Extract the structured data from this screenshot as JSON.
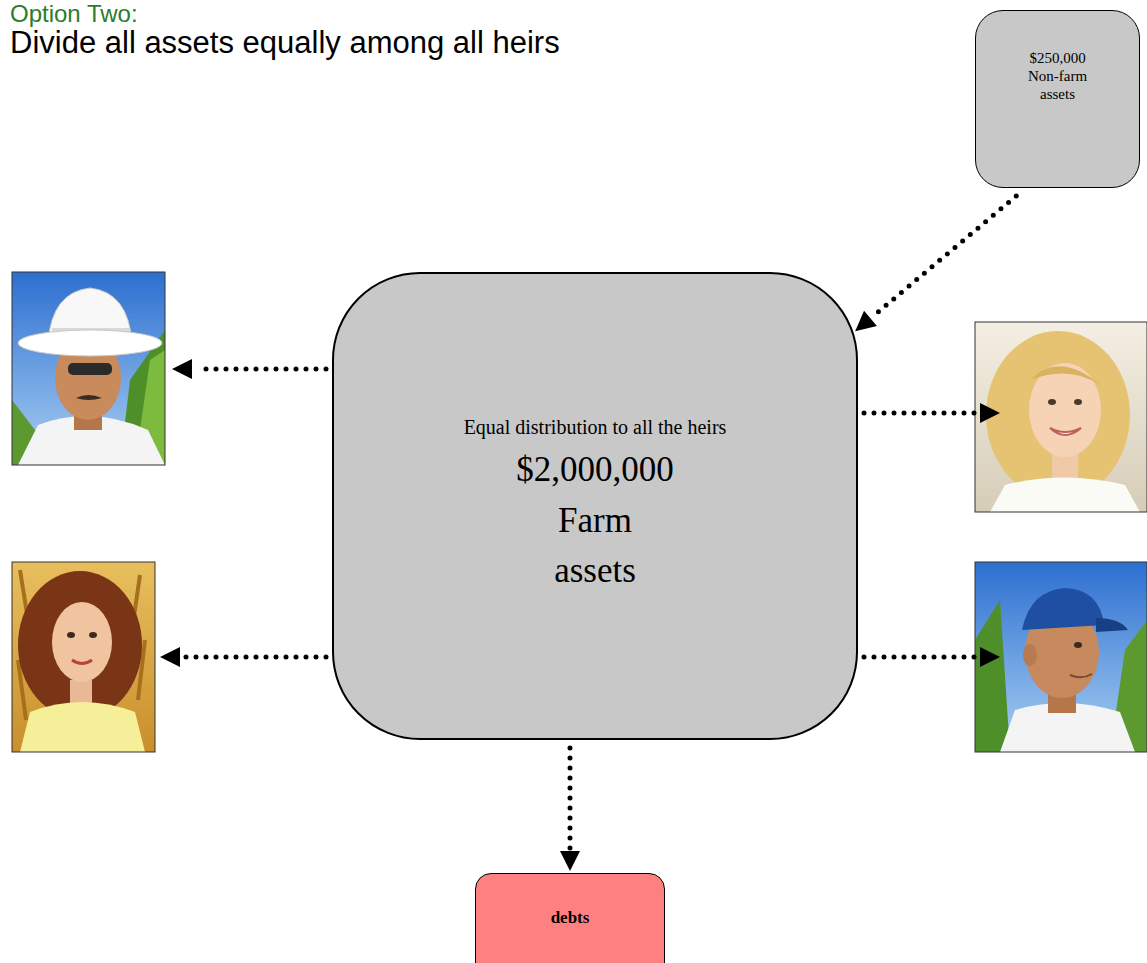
{
  "diagram": {
    "title": "Option Two:",
    "nodes": [
      {
        "text": [
          "$250,000 Non-farm assets"
        ]
      },
      {
        "text": [
          "Equal distribution to all the heirs",
          "$2,000,000 Farm assets"
        ]
      },
      {
        "text": [
          "debts"
        ]
      }
    ],
    "edges": [
      {
        "from": 0,
        "to": 1,
        "arrow": "to"
      },
      {
        "from": 1,
        "to": 2,
        "arrow": "to"
      }
    ],
    "labels": [
      "Divide all assets equally among all heirs"
    ]
  }
}
